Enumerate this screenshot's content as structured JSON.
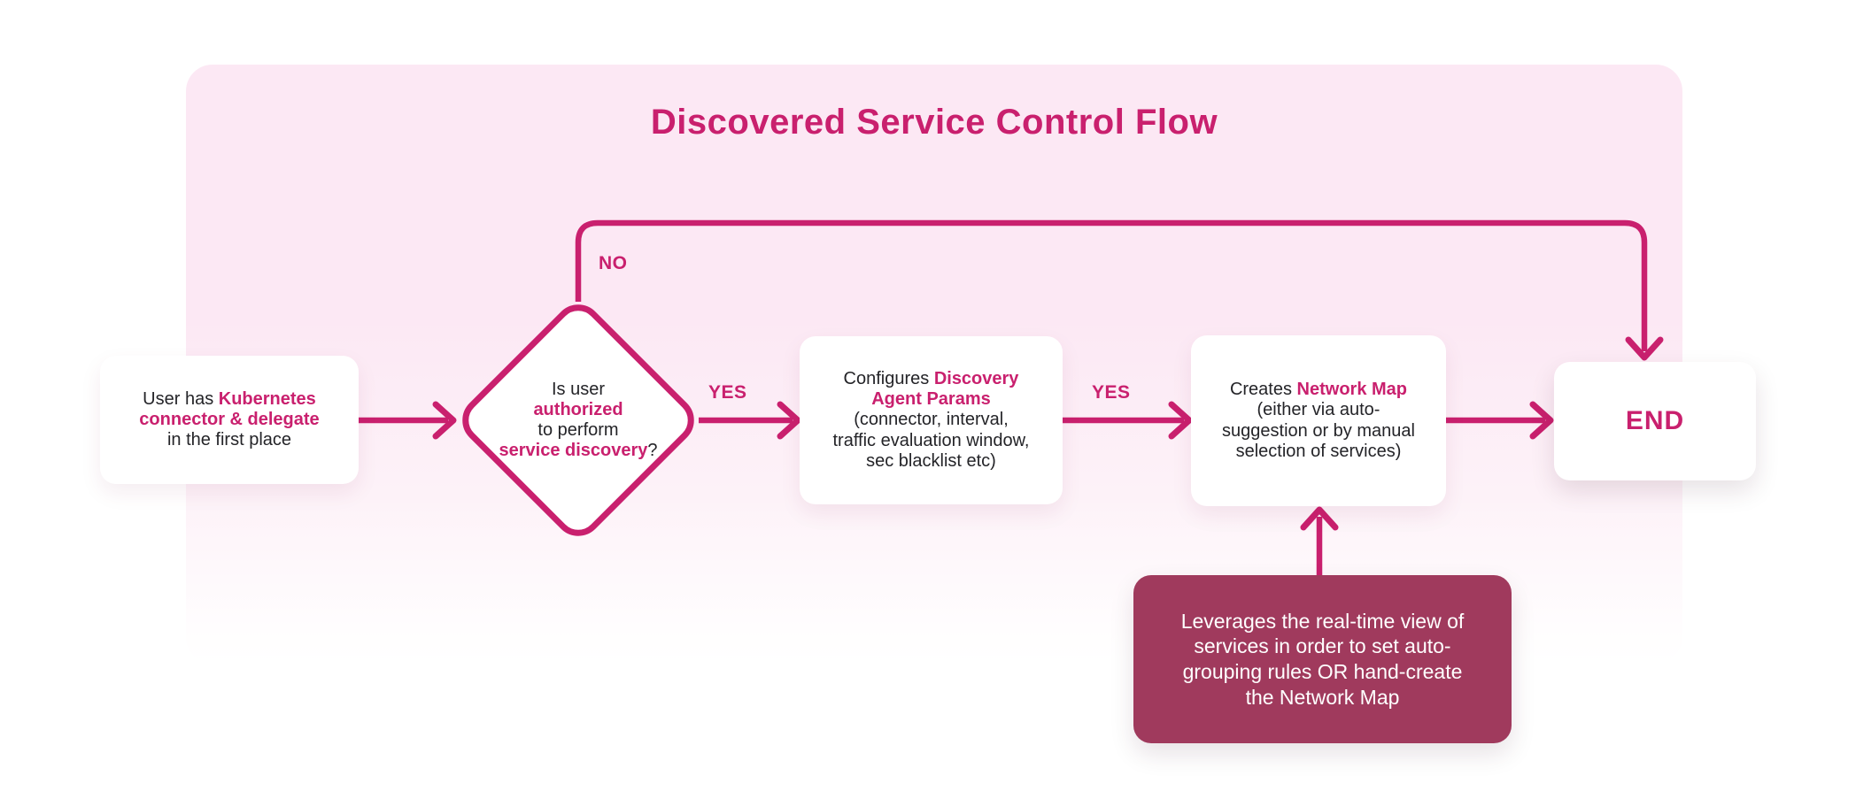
{
  "diagram": {
    "title": "Discovered Service Control Flow",
    "colors": {
      "accent": "#c9206e",
      "container_top": "#fce8f4",
      "note_bg": "#a03a5d",
      "text": "#242428",
      "node_bg": "#ffffff"
    },
    "labels": {
      "no": "NO",
      "yes_after_decision": "YES",
      "yes_after_configure": "YES"
    },
    "nodes": {
      "start": {
        "lines": [
          [
            {
              "t": "User has ",
              "em": false
            },
            {
              "t": "Kubernetes",
              "em": true
            }
          ],
          [
            {
              "t": "connector & delegate",
              "em": true
            }
          ],
          [
            {
              "t": "in the first place",
              "em": false
            }
          ]
        ]
      },
      "decision": {
        "lines": [
          [
            {
              "t": "Is user",
              "em": false
            }
          ],
          [
            {
              "t": "authorized",
              "em": true
            }
          ],
          [
            {
              "t": "to perform",
              "em": false
            }
          ],
          [
            {
              "t": "service discovery",
              "em": true
            },
            {
              "t": "?",
              "em": false
            }
          ]
        ]
      },
      "configure": {
        "lines": [
          [
            {
              "t": "Configures ",
              "em": false
            },
            {
              "t": "Discovery",
              "em": true
            }
          ],
          [
            {
              "t": "Agent Params",
              "em": true
            }
          ],
          [
            {
              "t": "(connector, interval,",
              "em": false
            }
          ],
          [
            {
              "t": "traffic evaluation window,",
              "em": false
            }
          ],
          [
            {
              "t": "sec blacklist etc)",
              "em": false
            }
          ]
        ]
      },
      "create_map": {
        "lines": [
          [
            {
              "t": "Creates ",
              "em": false
            },
            {
              "t": "Network Map",
              "em": true
            }
          ],
          [
            {
              "t": "(either via auto-",
              "em": false
            }
          ],
          [
            {
              "t": "suggestion or by manual",
              "em": false
            }
          ],
          [
            {
              "t": "selection of services)",
              "em": false
            }
          ]
        ]
      },
      "end": {
        "label": "END"
      },
      "note": {
        "lines": [
          [
            {
              "t": "Leverages the real-time view of",
              "em": false
            }
          ],
          [
            {
              "t": "services in order to set auto-",
              "em": false
            }
          ],
          [
            {
              "t": "grouping rules OR hand-create",
              "em": false
            }
          ],
          [
            {
              "t": "the Network Map",
              "em": false
            }
          ]
        ]
      }
    }
  }
}
